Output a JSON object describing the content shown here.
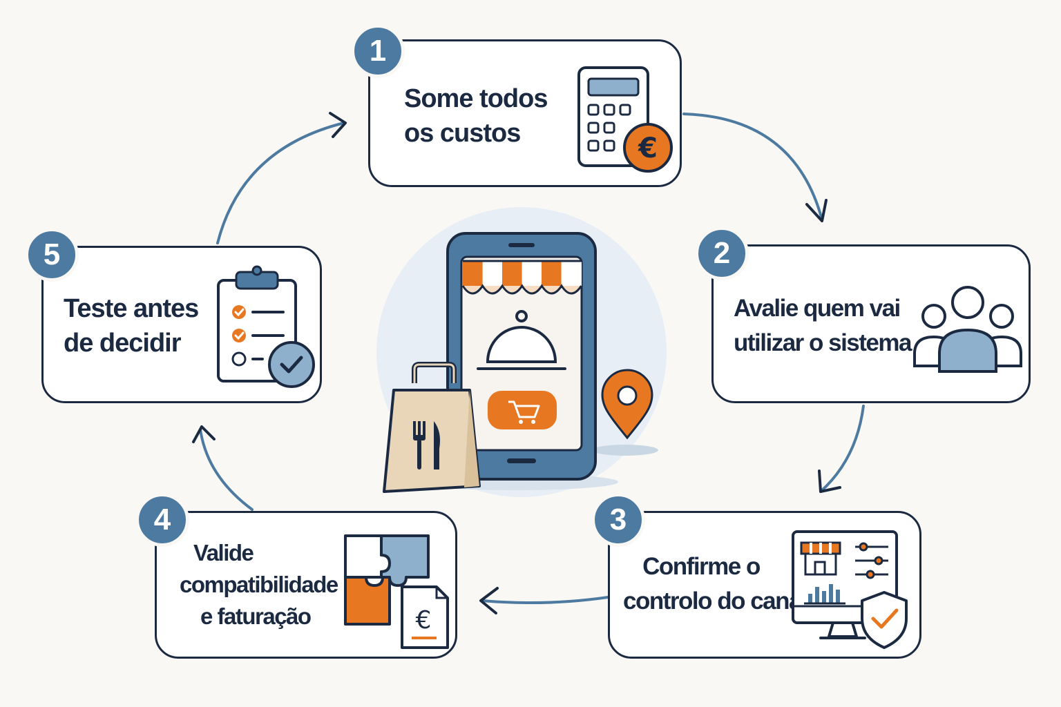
{
  "steps": [
    {
      "number": "1",
      "lines": [
        "Some todos",
        "os custos"
      ],
      "icon": "calculator-euro-icon"
    },
    {
      "number": "2",
      "lines": [
        "Avalie quem vai",
        "utilizar o sistema"
      ],
      "icon": "users-group-icon"
    },
    {
      "number": "3",
      "lines": [
        "Confirme o",
        "controlo do canal"
      ],
      "icon": "store-dashboard-shield-icon"
    },
    {
      "number": "4",
      "lines": [
        "Valide",
        "compatibilidade",
        "e faturação"
      ],
      "icon": "puzzle-invoice-icon"
    },
    {
      "number": "5",
      "lines": [
        "Teste antes",
        "de decidir"
      ],
      "icon": "checklist-clipboard-icon"
    }
  ],
  "center": {
    "icon": "food-delivery-app-icon",
    "euro_symbol": "€"
  },
  "colors": {
    "navy": "#1b2a41",
    "badge_blue": "#4d7aa0",
    "light_blue": "#8fb0cc",
    "orange": "#e87722",
    "bag_tan": "#e9d6b8"
  }
}
